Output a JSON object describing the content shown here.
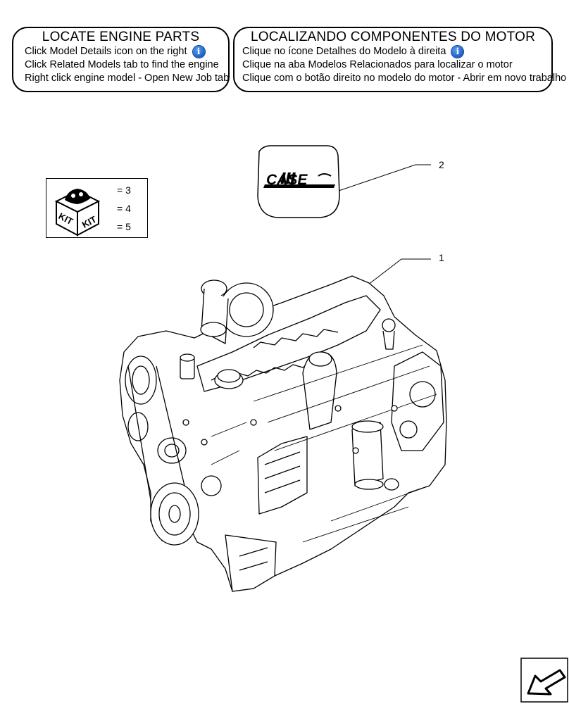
{
  "locate_en": {
    "title": "LOCATE ENGINE PARTS",
    "line1": "Click Model Details icon on the right",
    "line2": "Click Related Models tab to find the engine",
    "line3": "Right click engine model - Open New Job tab"
  },
  "locate_pt": {
    "title": "LOCALIZANDO COMPONENTES DO MOTOR",
    "line1": "Clique no ícone Detalhes do Modelo à direita",
    "line2": "Clique na aba Modelos Relacionados para localizar o motor",
    "line3": "Clique com o botão direito no modelo do motor - Abrir em novo trabalho"
  },
  "info_glyph": "i",
  "kit": {
    "label_left": "KIT",
    "label_right": "KIT",
    "refs": [
      "= 3",
      "= 4",
      "= 5"
    ]
  },
  "decal": {
    "brand": "CASE"
  },
  "callouts": {
    "engine": "1",
    "decal": "2"
  },
  "colors": {
    "info_blue": "#1a5fc8",
    "line": "#000000"
  }
}
